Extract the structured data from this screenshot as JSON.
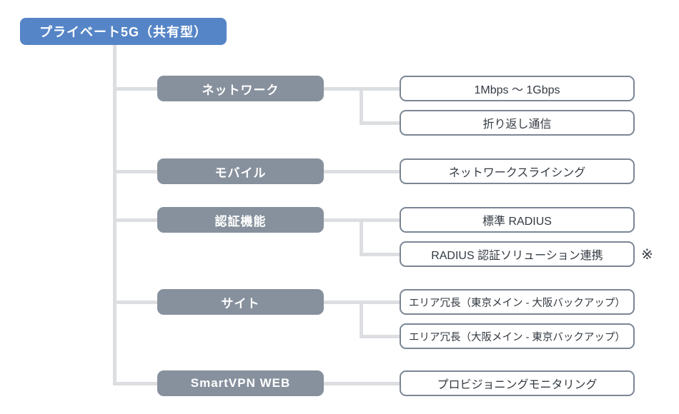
{
  "root": {
    "label": "プライベート5G（共有型）"
  },
  "groups": [
    {
      "category": "ネットワーク",
      "leaves": [
        "1Mbps 〜 1Gbps",
        "折り返し通信"
      ]
    },
    {
      "category": "モバイル",
      "leaves": [
        "ネットワークスライシング"
      ]
    },
    {
      "category": "認証機能",
      "leaves": [
        "標準 RADIUS",
        "RADIUS 認証ソリューション連携"
      ],
      "note": "※"
    },
    {
      "category": "サイト",
      "leaves": [
        "エリア冗長（東京メイン - 大阪バックアップ）",
        "エリア冗長（大阪メイン - 東京バックアップ）"
      ]
    },
    {
      "category": "SmartVPN WEB",
      "leaves": [
        "プロビジョニングモニタリング"
      ]
    }
  ],
  "colors": {
    "root_fill": "#5585c7",
    "category_fill": "#87919d",
    "leaf_border": "#7b8695",
    "connector": "#dcdee1",
    "leaf_text": "#333a42"
  }
}
